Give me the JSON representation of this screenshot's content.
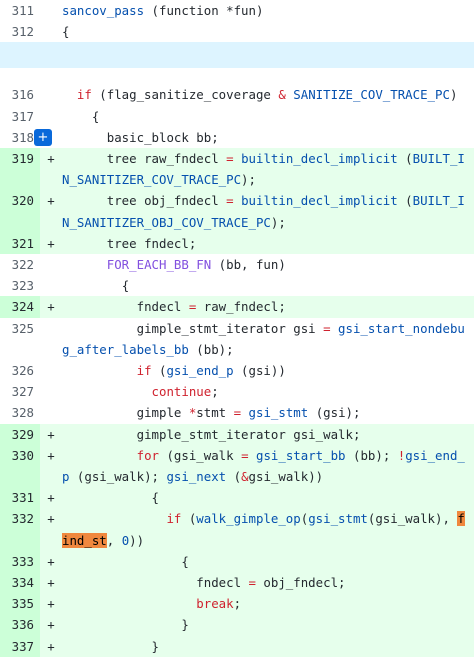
{
  "rows": [
    {
      "type": "context",
      "num": "311",
      "marker": "",
      "parts": [
        {
          "t": "sancov_pass",
          "c": "fn"
        },
        {
          "t": " (function *fun)"
        }
      ]
    },
    {
      "type": "context",
      "num": "312",
      "marker": "",
      "parts": [
        {
          "t": "{"
        }
      ]
    },
    {
      "type": "hunk",
      "num": "",
      "marker": "",
      "parts": []
    },
    {
      "type": "blank",
      "num": "",
      "marker": "",
      "parts": []
    },
    {
      "type": "context",
      "num": "316",
      "marker": "",
      "parts": [
        {
          "t": "  "
        },
        {
          "t": "if",
          "c": "kw"
        },
        {
          "t": " (flag_sanitize_coverage "
        },
        {
          "t": "&",
          "c": "kw"
        },
        {
          "t": " "
        },
        {
          "t": "SANITIZE_COV_TRACE_PC",
          "c": "fn"
        },
        {
          "t": ")"
        }
      ]
    },
    {
      "type": "context",
      "num": "317",
      "marker": "",
      "parts": [
        {
          "t": "    {"
        }
      ]
    },
    {
      "type": "context",
      "num": "318",
      "marker": "",
      "expand": true,
      "parts": [
        {
          "t": "      basic_block bb;"
        }
      ]
    },
    {
      "type": "add",
      "num": "319",
      "marker": "+",
      "parts": [
        {
          "t": "      tree raw_fndecl "
        },
        {
          "t": "=",
          "c": "kw"
        },
        {
          "t": " "
        },
        {
          "t": "builtin_decl_implicit",
          "c": "fn"
        },
        {
          "t": " ("
        },
        {
          "t": "BUILT_IN_SANITIZER_COV_TRACE_PC",
          "c": "fn"
        },
        {
          "t": ");"
        }
      ]
    },
    {
      "type": "add",
      "num": "320",
      "marker": "+",
      "parts": [
        {
          "t": "      tree obj_fndecl "
        },
        {
          "t": "=",
          "c": "kw"
        },
        {
          "t": " "
        },
        {
          "t": "builtin_decl_implicit",
          "c": "fn"
        },
        {
          "t": " ("
        },
        {
          "t": "BUILT_IN_SANITIZER_OBJ_COV_TRACE_PC",
          "c": "fn"
        },
        {
          "t": ");"
        }
      ]
    },
    {
      "type": "add",
      "num": "321",
      "marker": "+",
      "parts": [
        {
          "t": "      tree fndecl;"
        }
      ]
    },
    {
      "type": "context",
      "num": "322",
      "marker": "",
      "parts": [
        {
          "t": "      "
        },
        {
          "t": "FOR_EACH_BB_FN",
          "c": "mac"
        },
        {
          "t": " (bb, fun)"
        }
      ]
    },
    {
      "type": "context",
      "num": "323",
      "marker": "",
      "parts": [
        {
          "t": "        {"
        }
      ]
    },
    {
      "type": "add",
      "num": "324",
      "marker": "+",
      "parts": [
        {
          "t": "          fndecl "
        },
        {
          "t": "=",
          "c": "kw"
        },
        {
          "t": " raw_fndecl;"
        }
      ]
    },
    {
      "type": "context",
      "num": "325",
      "marker": "",
      "parts": [
        {
          "t": "          gimple_stmt_iterator gsi "
        },
        {
          "t": "=",
          "c": "kw"
        },
        {
          "t": " "
        },
        {
          "t": "gsi_start_nondebug_after_labels_bb",
          "c": "fn"
        },
        {
          "t": " (bb);"
        }
      ]
    },
    {
      "type": "context",
      "num": "326",
      "marker": "",
      "parts": [
        {
          "t": "          "
        },
        {
          "t": "if",
          "c": "kw"
        },
        {
          "t": " ("
        },
        {
          "t": "gsi_end_p",
          "c": "fn"
        },
        {
          "t": " (gsi))"
        }
      ]
    },
    {
      "type": "context",
      "num": "327",
      "marker": "",
      "parts": [
        {
          "t": "            "
        },
        {
          "t": "continue",
          "c": "kw"
        },
        {
          "t": ";"
        }
      ]
    },
    {
      "type": "context",
      "num": "328",
      "marker": "",
      "parts": [
        {
          "t": "          gimple "
        },
        {
          "t": "*",
          "c": "kw"
        },
        {
          "t": "stmt "
        },
        {
          "t": "=",
          "c": "kw"
        },
        {
          "t": " "
        },
        {
          "t": "gsi_stmt",
          "c": "fn"
        },
        {
          "t": " (gsi);"
        }
      ]
    },
    {
      "type": "add",
      "num": "329",
      "marker": "+",
      "parts": [
        {
          "t": "          gimple_stmt_iterator gsi_walk;"
        }
      ]
    },
    {
      "type": "add",
      "num": "330",
      "marker": "+",
      "parts": [
        {
          "t": "          "
        },
        {
          "t": "for",
          "c": "kw"
        },
        {
          "t": " (gsi_walk "
        },
        {
          "t": "=",
          "c": "kw"
        },
        {
          "t": " "
        },
        {
          "t": "gsi_start_bb",
          "c": "fn"
        },
        {
          "t": " (bb); "
        },
        {
          "t": "!",
          "c": "kw"
        },
        {
          "t": "gsi_end_p",
          "c": "fn"
        },
        {
          "t": " (gsi_walk); "
        },
        {
          "t": "gsi_next",
          "c": "fn"
        },
        {
          "t": " ("
        },
        {
          "t": "&",
          "c": "kw"
        },
        {
          "t": "gsi_walk))"
        }
      ]
    },
    {
      "type": "add",
      "num": "331",
      "marker": "+",
      "parts": [
        {
          "t": "            {"
        }
      ]
    },
    {
      "type": "add",
      "num": "332",
      "marker": "+",
      "parts": [
        {
          "t": "              "
        },
        {
          "t": "if",
          "c": "kw"
        },
        {
          "t": " ("
        },
        {
          "t": "walk_gimple_op",
          "c": "fn"
        },
        {
          "t": "("
        },
        {
          "t": "gsi_stmt",
          "c": "fn"
        },
        {
          "t": "(gsi_walk), "
        },
        {
          "t": "find_st",
          "c": "hl"
        },
        {
          "t": ", "
        },
        {
          "t": "0",
          "c": "num"
        },
        {
          "t": "))"
        }
      ]
    },
    {
      "type": "add",
      "num": "333",
      "marker": "+",
      "parts": [
        {
          "t": "                {"
        }
      ]
    },
    {
      "type": "add",
      "num": "334",
      "marker": "+",
      "parts": [
        {
          "t": "                  fndecl "
        },
        {
          "t": "=",
          "c": "kw"
        },
        {
          "t": " obj_fndecl;"
        }
      ]
    },
    {
      "type": "add",
      "num": "335",
      "marker": "+",
      "parts": [
        {
          "t": "                  "
        },
        {
          "t": "break",
          "c": "kw"
        },
        {
          "t": ";"
        }
      ]
    },
    {
      "type": "add",
      "num": "336",
      "marker": "+",
      "parts": [
        {
          "t": "                }"
        }
      ]
    },
    {
      "type": "add",
      "num": "337",
      "marker": "+",
      "parts": [
        {
          "t": "            }"
        }
      ]
    }
  ]
}
